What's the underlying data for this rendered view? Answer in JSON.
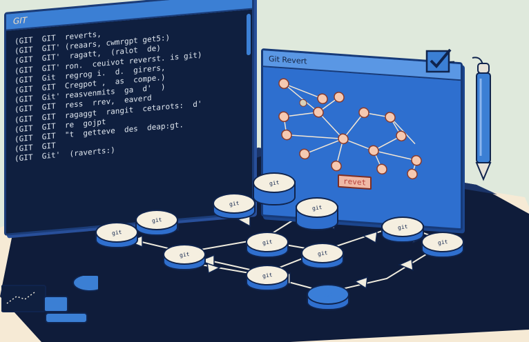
{
  "terminal": {
    "title": "GIT",
    "lines": [
      "(GIT  GIT  reverts,",
      "(GIT  GIT' (reaars, cwmrgpt get5:)",
      "(GIT  GIT'  ragatt,  (ralot  de)",
      "(GIT  GIT' ron.  ceuivot reverst. is git)",
      "(GIT  Git  regrog i.  d.  girers,",
      "(GIT  GIT  Cregpot ,  as  compe.)",
      "(GIT  Git' reasvenmits  ga  d'  )",
      "(GIT  GIT  ress  rrev,  eaverd   ",
      "(GIT  GIT  ragaggt  rangit  cetarots:  d'",
      "(GIT  GIT  re  gojpt",
      "(GIT  GIT  \"t  getteve  des  deap:gt.",
      "(GIT  GIT",
      "(GIT  Git'  (raverts:)"
    ]
  },
  "graph_window": {
    "title": "Git Revert",
    "badge": "revet"
  },
  "commits": [
    {
      "label": "git"
    },
    {
      "label": "git"
    },
    {
      "label": "git"
    },
    {
      "label": "git"
    },
    {
      "label": "git"
    },
    {
      "label": "git"
    },
    {
      "label": "git"
    },
    {
      "label": "git"
    },
    {
      "label": "git"
    },
    {
      "label": "git"
    },
    {
      "label": "git"
    },
    {
      "label": "git"
    }
  ],
  "colors": {
    "background": "#dfe9dc",
    "terminal_bg": "#0f1f3f",
    "accent_blue": "#3b7fd4",
    "dark_navy": "#10244d",
    "cream": "#f5efe0",
    "node_peach": "#f6c9b1",
    "badge_red": "#b5403a"
  }
}
